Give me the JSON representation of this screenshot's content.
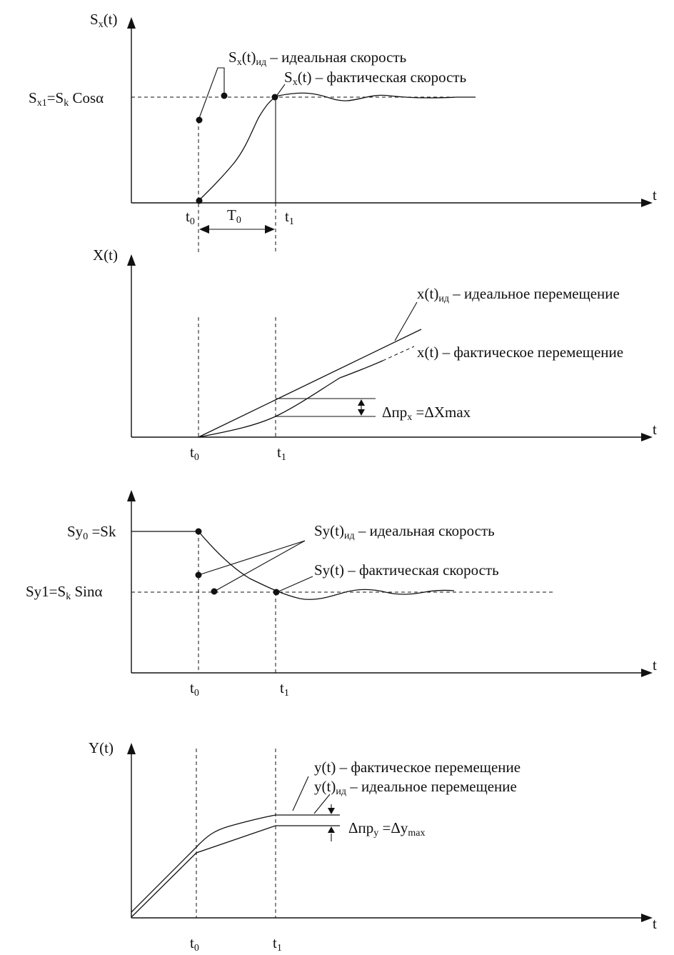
{
  "axes": {
    "t": "t",
    "t0_main": "t",
    "t0_sub": "0",
    "t1_main": "t",
    "t1_sub": "1"
  },
  "panel1": {
    "y_axis_main": "S",
    "y_axis_sub": "x",
    "y_axis_tail": "(t)",
    "level_S": "S",
    "level_x1": "x1",
    "level_eq": "=S",
    "level_k": "k",
    "level_cos": " Cosα",
    "ideal_S": "S",
    "ideal_x": "x",
    "ideal_t": "(t)",
    "ideal_id": "ид",
    "ideal_text": " – идеальная скорость",
    "actual_S": "S",
    "actual_x": "x",
    "actual_text": "(t) – фактическая скорость",
    "T_main": "T",
    "T_sub": "0"
  },
  "panel2": {
    "y_axis": "X(t)",
    "ideal_main": "x(t)",
    "ideal_id": "ид",
    "ideal_text": " – идеальное перемещение",
    "actual_text": "x(t) – фактическое перемещение",
    "delta_a": "Δпр",
    "delta_x": "x",
    "delta_b": " =ΔXmax"
  },
  "panel3": {
    "level0_a": "Sy",
    "level0_0": "0",
    "level0_b": " =Sk",
    "level1_a": "Sy1=S",
    "level1_k": "k",
    "level1_b": " Sinα",
    "ideal_main": "Sy(t)",
    "ideal_id": "ид",
    "ideal_text": " – идеальная скорость",
    "actual_text": "Sy(t) – фактическая скорость"
  },
  "panel4": {
    "y_axis": "Y(t)",
    "actual_text": "y(t) – фактическое перемещение",
    "ideal_main": "y(t)",
    "ideal_id": "ид",
    "ideal_text": " – идеальное перемещение",
    "delta_a": "Δпр",
    "delta_y": "y",
    "delta_b": " =Δy",
    "delta_max": "max"
  }
}
